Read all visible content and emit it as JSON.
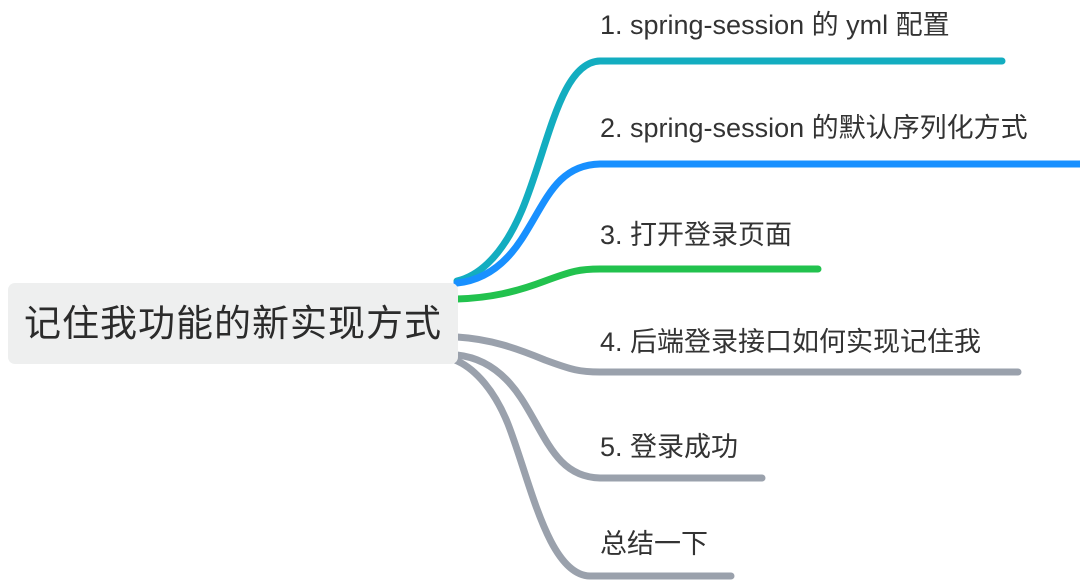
{
  "diagram": {
    "type": "mindmap",
    "title": "记住我功能的新实现方式",
    "background_color": "#ffffff",
    "root": {
      "label": "记住我功能的新实现方式",
      "fill_color": "#eeefef",
      "text_color": "#2b2b2b"
    },
    "branches": [
      {
        "index": "1",
        "label": "1. spring-session 的 yml 配置",
        "line_color": "#13adc0"
      },
      {
        "index": "2",
        "label": "2. spring-session 的默认序列化方式",
        "line_color": "#1890ff"
      },
      {
        "index": "3",
        "label": "3. 打开登录页面",
        "line_color": "#22c24e"
      },
      {
        "index": "4",
        "label": "4. 后端登录接口如何实现记住我",
        "line_color": "#9aa1ac"
      },
      {
        "index": "5",
        "label": "5. 登录成功",
        "line_color": "#9aa1ac"
      },
      {
        "index": "6",
        "label": "总结一下",
        "line_color": "#9aa1ac"
      }
    ]
  }
}
